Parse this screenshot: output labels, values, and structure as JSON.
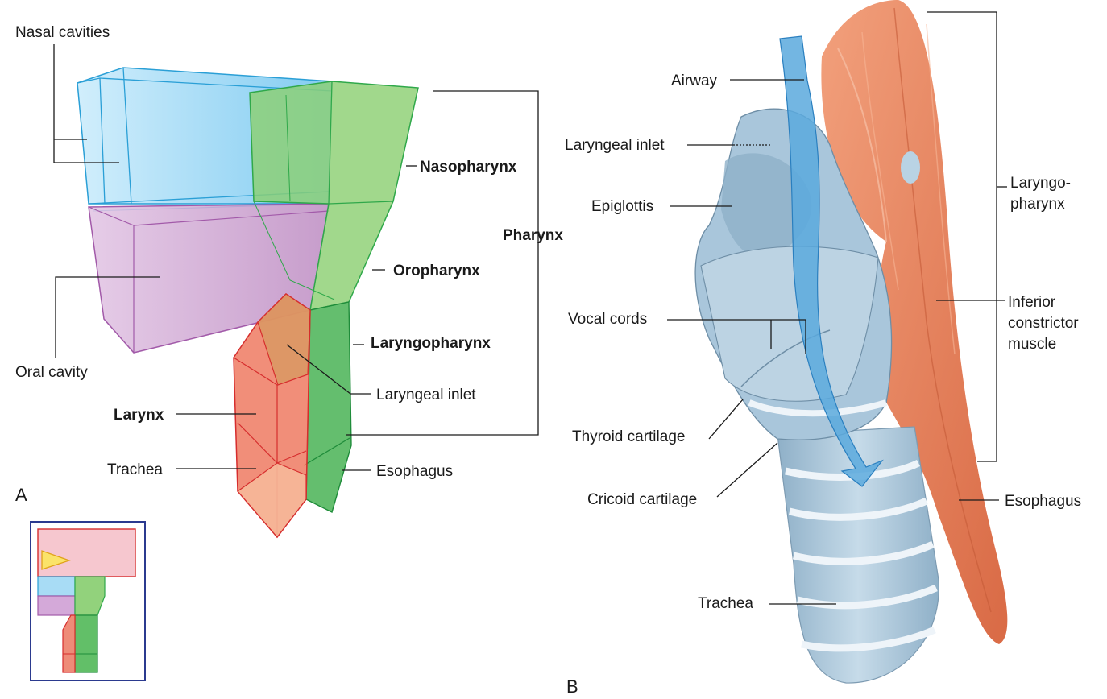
{
  "panel_a": {
    "panel_letter": "A",
    "labels": {
      "nasal_cavities": "Nasal cavities",
      "oral_cavity": "Oral cavity",
      "nasopharynx": "Nasopharynx",
      "oropharynx": "Oropharynx",
      "laryngopharynx": "Laryngopharynx",
      "pharynx": "Pharynx",
      "laryngeal_inlet": "Laryngeal inlet",
      "larynx": "Larynx",
      "trachea": "Trachea",
      "esophagus": "Esophagus"
    }
  },
  "panel_b": {
    "panel_letter": "B",
    "labels": {
      "airway": "Airway",
      "laryngeal_inlet": "Laryngeal inlet",
      "epiglottis": "Epiglottis",
      "vocal_cords": "Vocal cords",
      "thyroid_cartilage": "Thyroid cartilage",
      "cricoid_cartilage": "Cricoid cartilage",
      "trachea": "Trachea",
      "laryngopharynx_line1": "Laryngo-",
      "laryngopharynx_line2": "pharynx",
      "inferior_constrictor_line1": "Inferior",
      "inferior_constrictor_line2": "constrictor",
      "inferior_constrictor_line3": "muscle",
      "esophagus": "Esophagus"
    }
  },
  "colors": {
    "nasal_blue": "#8fd0f2",
    "oral_purple": "#cfa2d2",
    "pharynx_green": "#7dc667",
    "larynx_red": "#ec7a66",
    "muscle_orange": "#e8845f",
    "cartilage_blue": "#a9c6db"
  }
}
